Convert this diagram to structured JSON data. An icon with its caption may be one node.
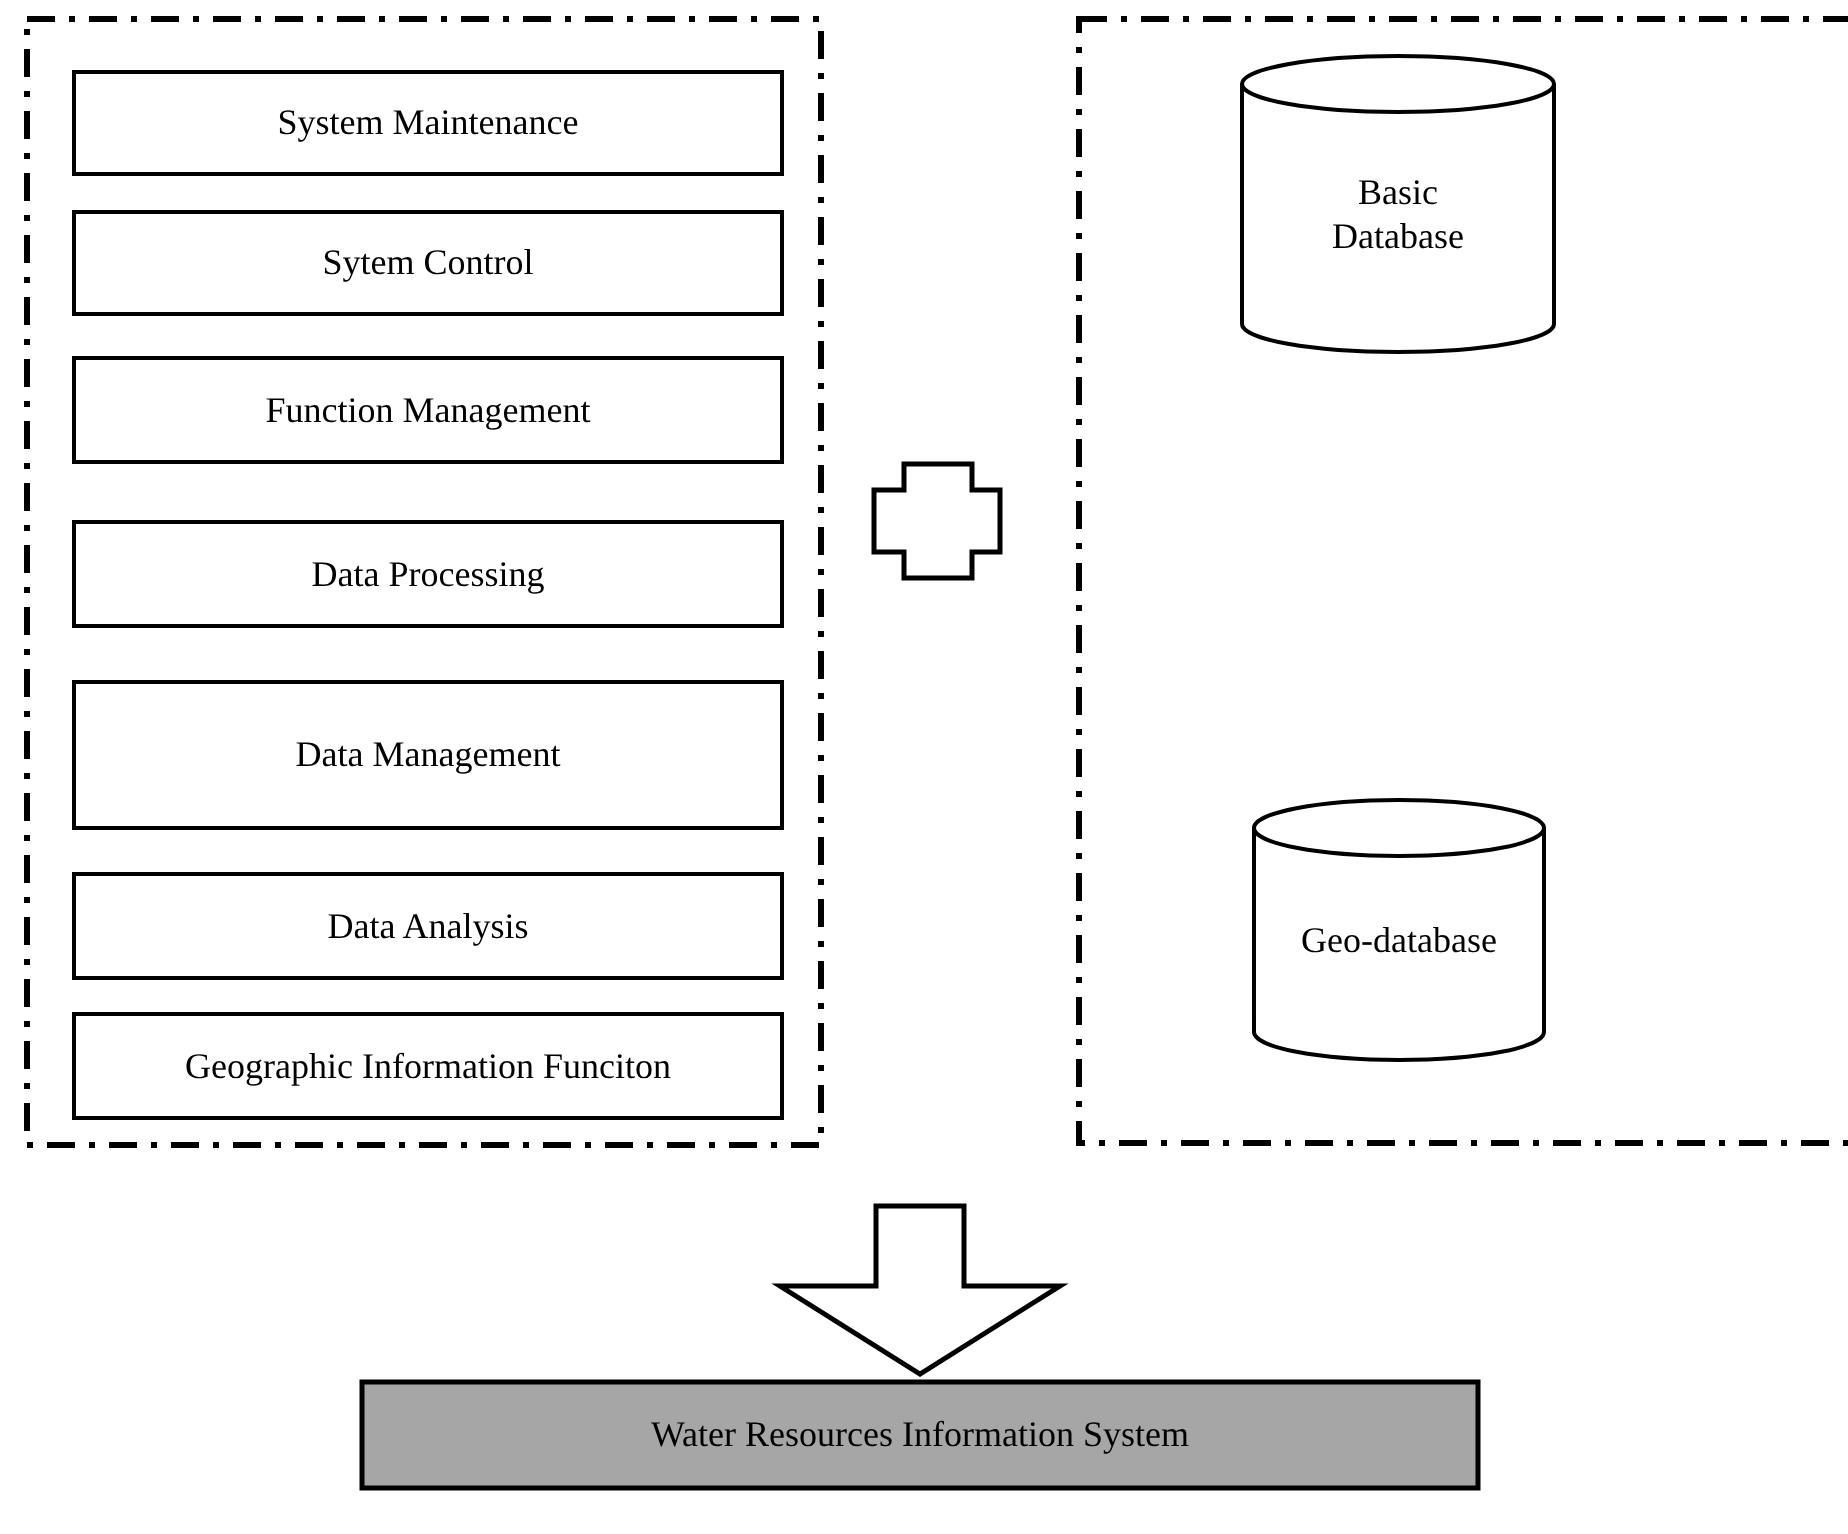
{
  "diagram": {
    "nodes": [
      {
        "text": [],
        "shape": "box"
      },
      {
        "text": [
          "System Maintenance"
        ],
        "in": 0
      },
      {
        "text": [
          "Sytem Control"
        ],
        "in": 0
      },
      {
        "text": [
          "Function Management"
        ],
        "in": 0
      },
      {
        "text": [
          "Data Processing"
        ],
        "in": 0
      },
      {
        "text": [
          "Data Management"
        ],
        "in": 0
      },
      {
        "text": [
          "Data Analysis"
        ],
        "in": 0
      },
      {
        "text": [
          "Geographic Information Funciton"
        ],
        "in": 0
      },
      {
        "text": [],
        "shape": "box"
      },
      {
        "text": [
          "Basic Database"
        ],
        "in": 8
      },
      {
        "text": [
          "Geo-database"
        ],
        "in": 8
      },
      {
        "text": [
          "Water Resources Information System"
        ]
      }
    ],
    "edges": [
      {
        "from": null,
        "to": 11,
        "arrow": "to",
        "style": "thick"
      }
    ]
  }
}
